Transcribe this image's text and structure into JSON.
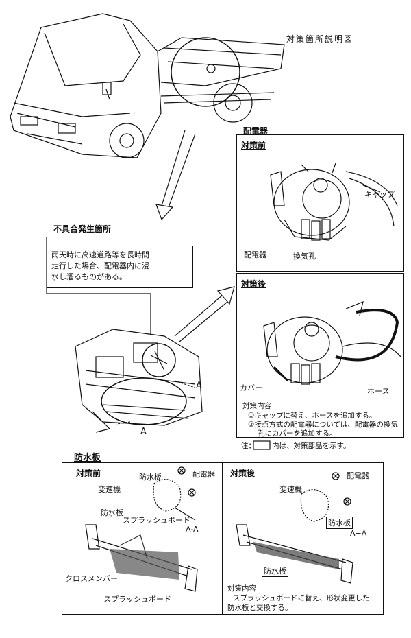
{
  "main_title": "対策箇所説明図",
  "distributor_section": {
    "title": "配電器",
    "before": {
      "heading": "対策前",
      "label_cap": "キャップ",
      "label_distributor": "配電器",
      "label_vent": "換気孔"
    },
    "after": {
      "heading": "対策後",
      "label_cover": "カバー",
      "label_hose": "ホース",
      "content_title": "対策内容",
      "items": [
        "①キャップに替え、ホースを追加する。",
        "②接点方式の配電器については、配電器の換気",
        "孔にカバーを追加する。"
      ]
    },
    "footnote_prefix": "注：",
    "footnote_suffix": "内は、対策部品を示す。"
  },
  "defect_section": {
    "title": "不具合発生箇所",
    "lines": [
      "雨天時に高速道路等を長時間",
      "走行した場合、配電器内に浸",
      "水し溜るものがある。"
    ],
    "section_marker": "A"
  },
  "splash_section": {
    "title": "防水板",
    "before": {
      "heading": "対策前",
      "label_splash_plate": "防水板",
      "label_distributor": "配電器",
      "label_transmission": "変速機",
      "label_splash_board": "スプラッシュボード",
      "label_section": "A-A",
      "label_splash_plate2": "防水板",
      "label_cross_member": "クロスメンバー",
      "label_splash_board2": "スプラッシュボード"
    },
    "after": {
      "heading": "対策後",
      "label_distributor": "配電器",
      "label_transmission": "変速機",
      "label_splash_plate": "防水板",
      "label_section": "A−A",
      "label_splash_plate2": "防水板",
      "content_title": "対策内容",
      "items": [
        "スプラッシュボードに替え、形状変更した",
        "防水板と交換する。"
      ]
    }
  }
}
